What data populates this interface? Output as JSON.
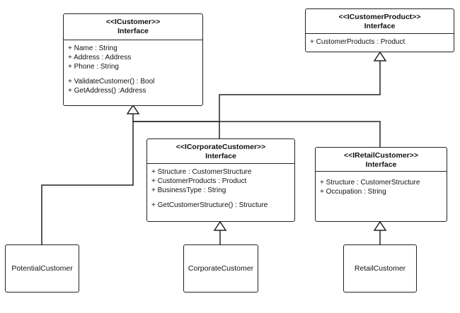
{
  "icustomer": {
    "stereotype": "<<ICustomer>>",
    "kind": "Interface",
    "attributes": [
      "+ Name : String",
      "+ Address : Address",
      "+ Phone : String"
    ],
    "methods": [
      "+ ValidateCustomer() : Bool",
      "+ GetAddress() :Address"
    ]
  },
  "icustomerproduct": {
    "stereotype": "<<ICustomerProduct>>",
    "kind": "Interface",
    "attributes": [
      "+ CustomerProducts : Product"
    ]
  },
  "icorporatecustomer": {
    "stereotype": "<<ICorporateCustomer>>",
    "kind": "Interface",
    "attributes": [
      "+ Structure : CustomerStructure",
      "+ CustomerProducts : Product",
      "+ BusinessType : String"
    ],
    "methods": [
      "+ GetCustomerStructure() : Structure"
    ]
  },
  "iretailcustomer": {
    "stereotype": "<<IRetailCustomer>>",
    "kind": "Interface",
    "attributes": [
      "+ Structure : CustomerStructure",
      "+ Occupation : String"
    ]
  },
  "potential": {
    "name": "PotentialCustomer"
  },
  "corporate": {
    "name": "CorporateCustomer"
  },
  "retail": {
    "name": "RetailCustomer"
  }
}
